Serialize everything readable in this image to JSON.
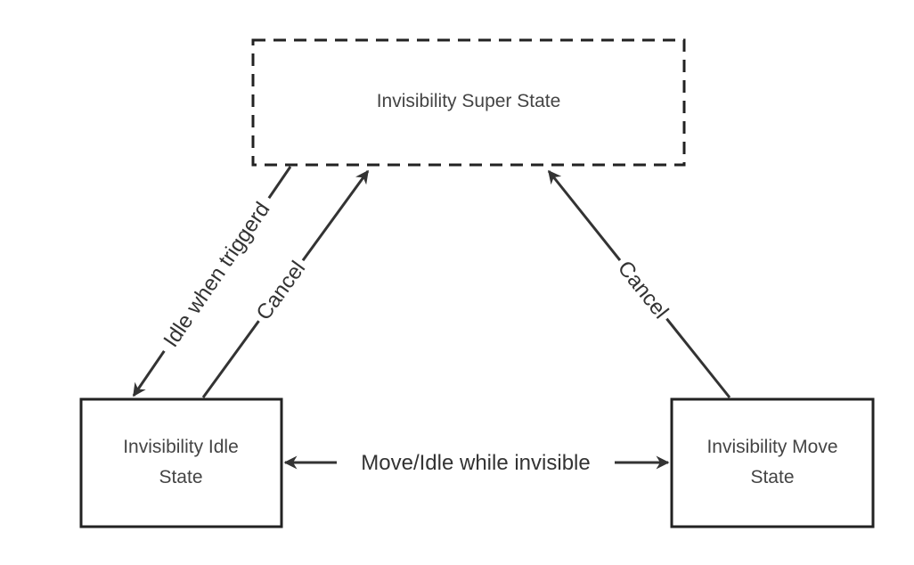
{
  "nodes": {
    "super": {
      "label": "Invisibility Super State"
    },
    "idle": {
      "label_line1": "Invisibility Idle",
      "label_line2": "State"
    },
    "move": {
      "label_line1": "Invisibility Move",
      "label_line2": "State"
    }
  },
  "edges": {
    "idle_when_triggered": {
      "label": "Idle when triggerd"
    },
    "idle_cancel": {
      "label": "Cancel"
    },
    "move_cancel": {
      "label": "Cancel"
    },
    "move_idle": {
      "label": "Move/Idle while invisible"
    }
  },
  "colors": {
    "stroke": "#222222",
    "arrow": "#333333",
    "text": "#444444"
  }
}
